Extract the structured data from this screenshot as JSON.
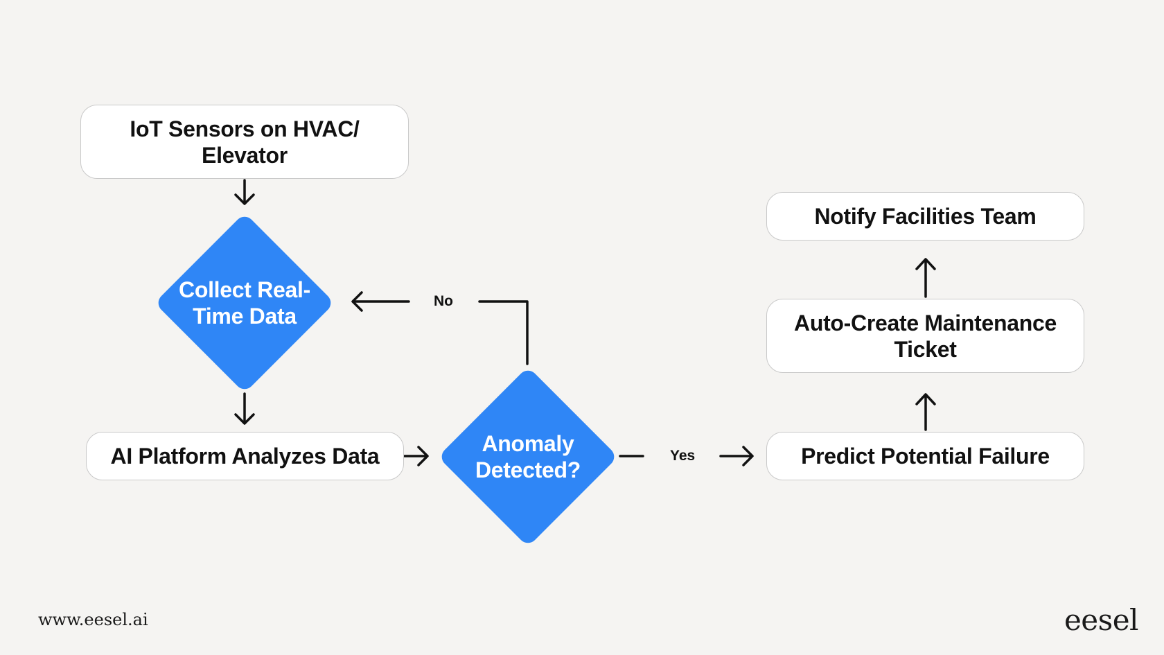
{
  "nodes": {
    "iot_sensors": "IoT Sensors on HVAC/ Elevator",
    "collect_data": "Collect Real-Time Data",
    "ai_platform": "AI Platform Analyzes Data",
    "anomaly": "Anomaly Detected?",
    "predict_failure": "Predict Potential Failure",
    "auto_ticket": "Auto-Create Maintenance Ticket",
    "notify_team": "Notify Facilities Team"
  },
  "edges": {
    "no_label": "No",
    "yes_label": "Yes"
  },
  "footer": {
    "url": "www.eesel.ai",
    "logo": "eesel"
  },
  "colors": {
    "background": "#f5f4f2",
    "decision_fill": "#2f86f6",
    "box_fill": "#ffffff",
    "box_border": "#c9c9c9",
    "line": "#111111"
  }
}
